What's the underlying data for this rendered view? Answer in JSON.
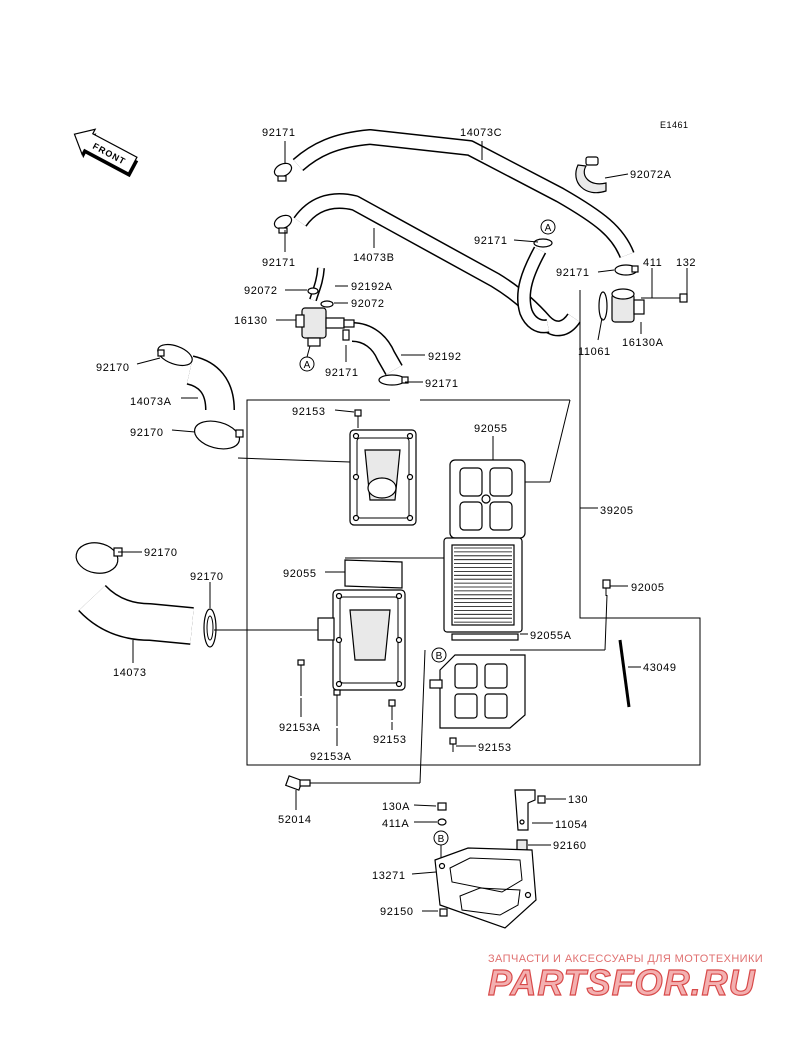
{
  "diagram": {
    "code": "E1461",
    "front_label": "FRONT",
    "callouts": [
      "92171",
      "14073C",
      "92072A",
      "92171",
      "14073B",
      "92171",
      "92171",
      "411",
      "132",
      "92072",
      "92192A",
      "92072",
      "16130",
      "11061",
      "16130A",
      "92192",
      "92170",
      "92171",
      "92171",
      "14073A",
      "92153",
      "92170",
      "92055",
      "39205",
      "92170",
      "92055",
      "92170",
      "92005",
      "92055A",
      "14073",
      "43049",
      "92153A",
      "92153",
      "92153",
      "92153A",
      "52014",
      "130A",
      "130",
      "411A",
      "11054",
      "92160",
      "13271",
      "92150"
    ],
    "markers": [
      "A",
      "A",
      "B",
      "B"
    ]
  },
  "watermark": {
    "tagline": "ЗАПЧАСТИ И АКСЕССУАРЫ ДЛЯ МОТОТЕХНИКИ",
    "logo": "PARTSFOR.RU"
  },
  "colors": {
    "line": "#000000",
    "background": "#ffffff",
    "watermark": "#e07070"
  }
}
